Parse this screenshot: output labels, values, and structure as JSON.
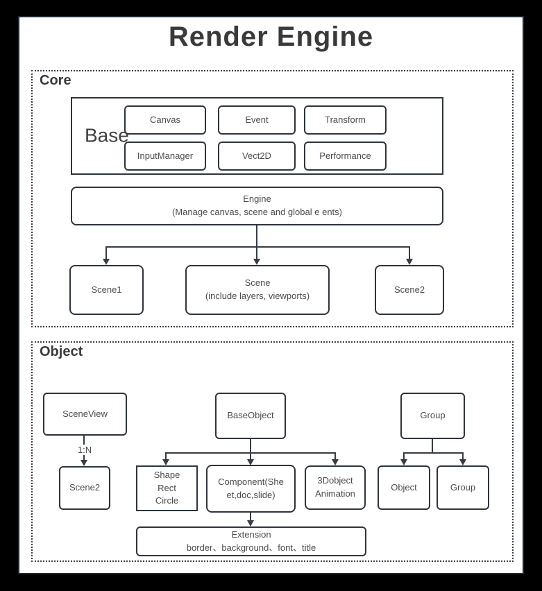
{
  "page_title": "Render Engine",
  "colors": {
    "frame_bg": "#000000",
    "page_bg": "#ffffff",
    "box_border": "#2e343c",
    "line": "#363c45",
    "text": "#4b4b4b",
    "heading": "#3a3a3a"
  },
  "core": {
    "label": "Core",
    "base": {
      "label": "Base",
      "modules": [
        "Canvas",
        "Event",
        "Transform",
        "InputManager",
        "Vect2D",
        "Performance"
      ]
    },
    "engine": {
      "title": "Engine",
      "subtitle": "(Manage canvas, scene and global e ents)"
    },
    "scenes": [
      {
        "title": "Scene1",
        "subtitle": ""
      },
      {
        "title": "Scene",
        "subtitle": "(include layers, viewports)"
      },
      {
        "title": "Scene2",
        "subtitle": ""
      }
    ]
  },
  "object_section": {
    "label": "Object",
    "scene_view": "SceneView",
    "relation": "1:N",
    "scene2": "Scene2",
    "base_object": "BaseObject",
    "shape_lines": [
      "Shape",
      "Rect",
      "Circle"
    ],
    "component_lines": [
      "Component(She",
      "et,doc,slide)"
    ],
    "threed_lines": [
      "3Dobject",
      "Animation"
    ],
    "group_top": "Group",
    "object_child": "Object",
    "group_child": "Group",
    "extension": {
      "title": "Extension",
      "subtitle": "border、background、font、title"
    }
  }
}
